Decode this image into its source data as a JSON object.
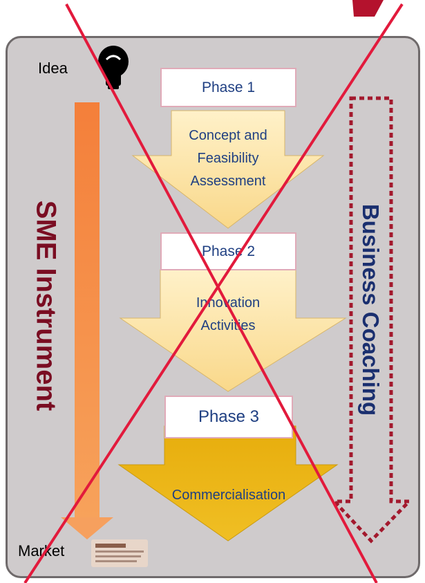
{
  "left_top_label": "Idea",
  "left_bottom_label": "Market",
  "left_vertical_label": "SME Instrument",
  "right_vertical_label": "Business Coaching",
  "phases": [
    {
      "title": "Phase 1",
      "lines": [
        "Concept and",
        "Feasibility",
        "Assessment"
      ]
    },
    {
      "title": "Phase 2",
      "lines": [
        "Innovation",
        "Activities"
      ]
    },
    {
      "title": "Phase 3",
      "lines": [
        "Commercialisation"
      ]
    }
  ],
  "colors": {
    "panel_bg": "#cfcbcc",
    "panel_border": "#6f6a6b",
    "phase_light": "#fde8b3",
    "phase_dark": "#e9b20f",
    "sme_arrow": "#f5863f",
    "cross": "#e21a3c",
    "coaching_text": "#1a2f6f",
    "sme_text": "#7a0d22",
    "coaching_arrow": "#a3192d"
  },
  "icons": [
    "lightbulb-icon",
    "newspaper-icon"
  ]
}
